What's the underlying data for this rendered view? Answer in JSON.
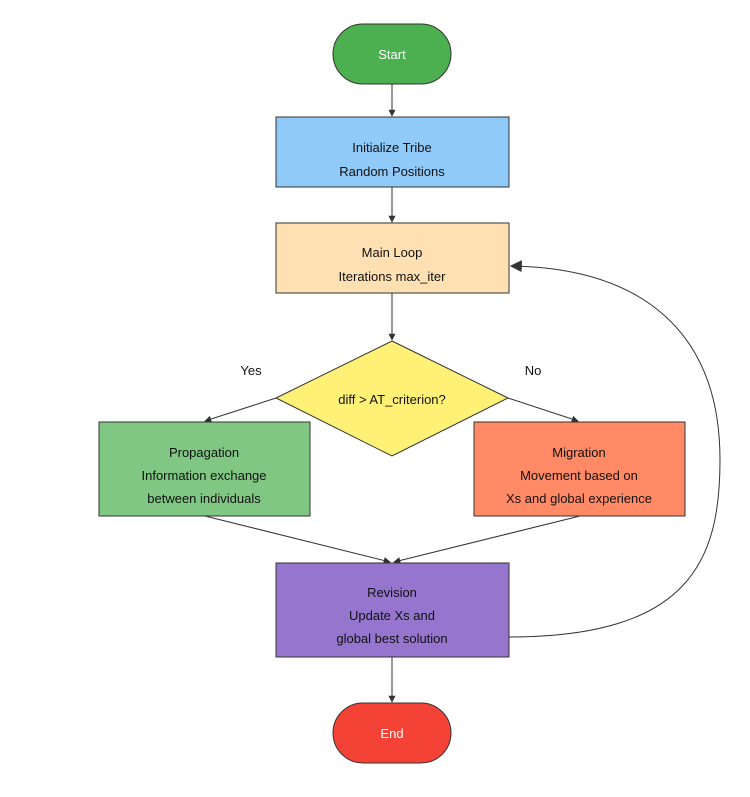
{
  "nodes": {
    "start": {
      "label": "Start",
      "color": "#4caf50"
    },
    "init": {
      "lines": [
        "Initialize Tribe",
        "Random Positions"
      ],
      "color": "#90caf9"
    },
    "main_loop": {
      "lines": [
        "Main Loop",
        "Iterations max_iter"
      ],
      "color": "#ffe0b2"
    },
    "decision": {
      "label": "diff > AT_criterion?",
      "color": "#fff176"
    },
    "propagation": {
      "lines": [
        "Propagation",
        "Information exchange",
        "between individuals"
      ],
      "color": "#81c784"
    },
    "migration": {
      "lines": [
        "Migration",
        "Movement based on",
        "Xs and global experience"
      ],
      "color": "#ff8a65"
    },
    "revision": {
      "lines": [
        "Revision",
        "Update Xs and",
        "global best solution"
      ],
      "color": "#9575cd"
    },
    "end": {
      "label": "End",
      "color": "#f44336"
    }
  },
  "edges": {
    "yes_label": "Yes",
    "no_label": "No"
  }
}
